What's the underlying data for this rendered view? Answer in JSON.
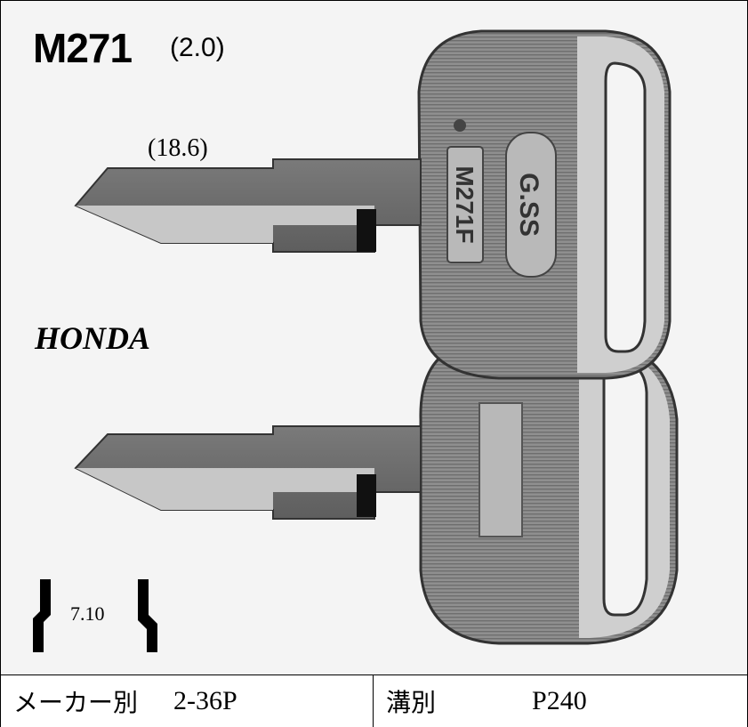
{
  "header": {
    "model": "M271",
    "thickness": "(2.0)"
  },
  "blade_length": "(18.6)",
  "maker": "HONDA",
  "key_marks": {
    "brand": "G.SS",
    "stamp": "M271F"
  },
  "cut_spec": "7.10",
  "footer": {
    "maker_label": "メーカー別",
    "maker_value": "2-36P",
    "groove_label": "溝別",
    "groove_value": "P240"
  }
}
